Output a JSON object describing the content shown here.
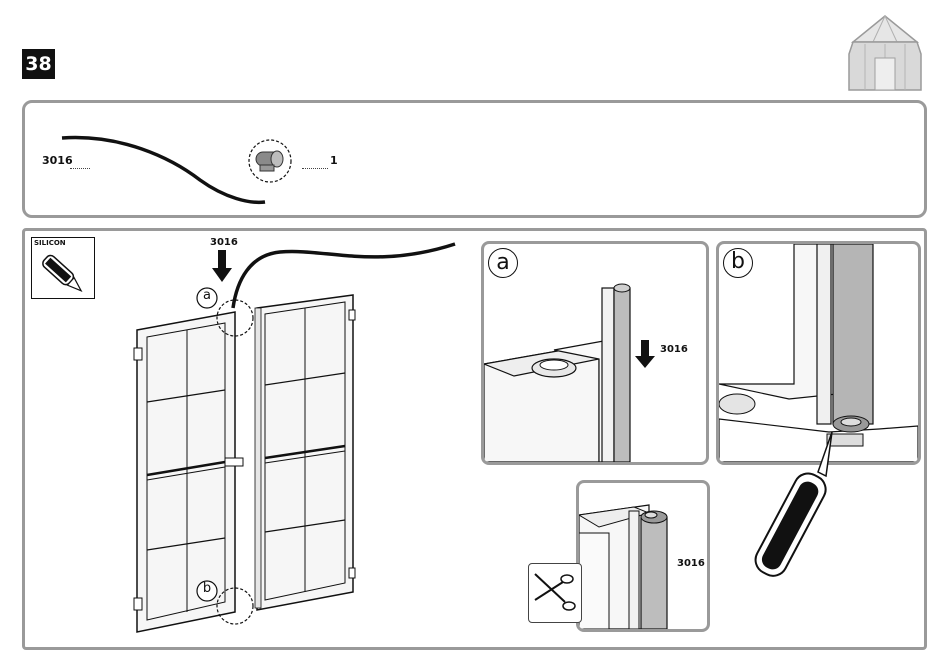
{
  "step": {
    "number": "38"
  },
  "icons": {
    "greenhouse": "greenhouse-thumbnail-icon",
    "silicon": "silicon-tube-icon",
    "scissors": "scissors-icon",
    "arrow": "down-arrow-icon"
  },
  "parts": [
    {
      "code": "3016",
      "qty": ""
    },
    {
      "code": "",
      "qty": "1"
    }
  ],
  "main": {
    "silicon_label": "SILICON",
    "strip_code": "3016",
    "callout_a": "a",
    "callout_b": "b"
  },
  "details": {
    "a": {
      "letter": "a",
      "code": "3016"
    },
    "b": {
      "letter": "b"
    },
    "c": {
      "code": "3016"
    }
  },
  "colors": {
    "frame": "#9a9a9a",
    "line": "#111111",
    "glass": "#f4f4f4",
    "seal": "#bdbdbd"
  }
}
